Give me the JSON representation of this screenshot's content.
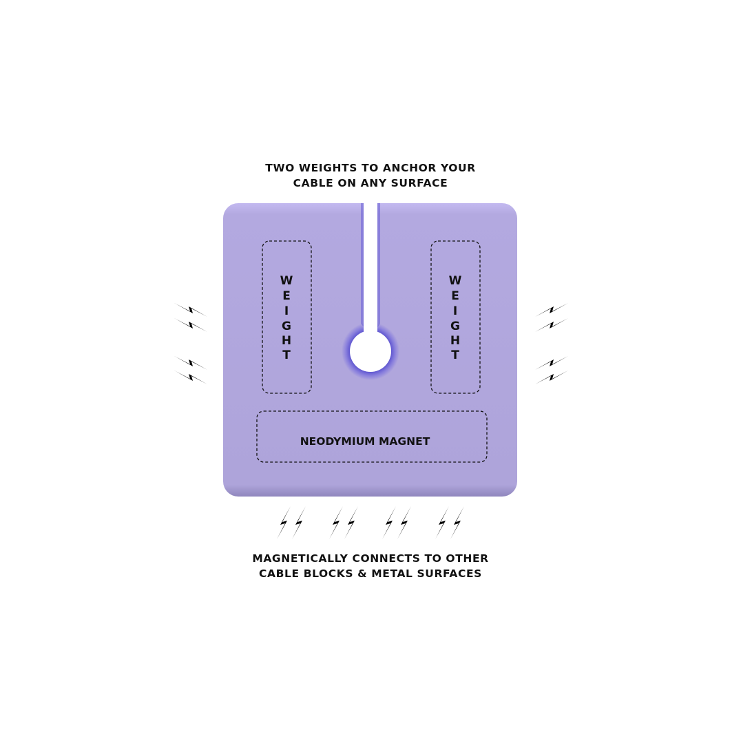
{
  "top_caption": {
    "line1": "TWO WEIGHTS TO ANCHOR YOUR",
    "line2": "CABLE ON ANY SURFACE"
  },
  "bottom_caption": {
    "line1": "MAGNETICALLY CONNECTS TO OTHER",
    "line2": "CABLE BLOCKS & METAL SURFACES"
  },
  "weight_left": [
    "W",
    "E",
    "I",
    "G",
    "H",
    "T"
  ],
  "weight_right": [
    "W",
    "E",
    "I",
    "G",
    "H",
    "T"
  ],
  "magnet_label": "NEODYMIUM MAGNET",
  "colors": {
    "block": "#b0a6dd",
    "block_top": "#c3b9f0",
    "ring": "#6d63d6",
    "bolt": "#000000"
  }
}
